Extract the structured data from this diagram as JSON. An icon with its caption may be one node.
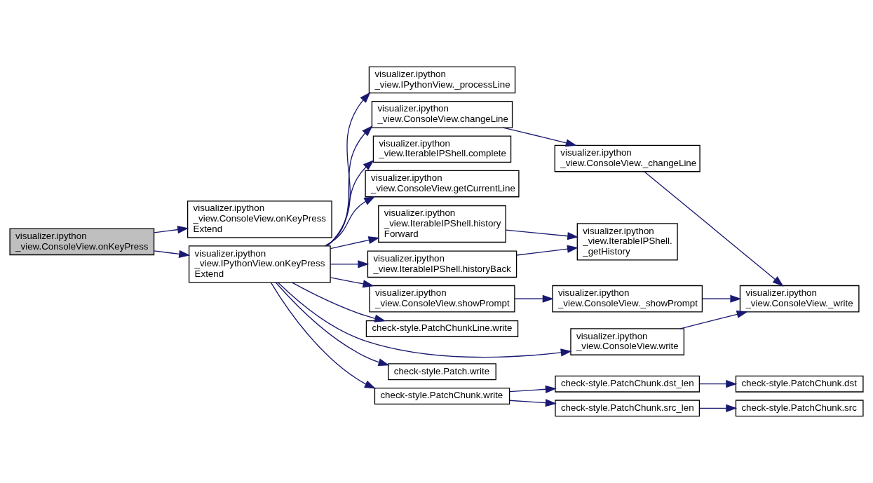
{
  "diagram": {
    "nodes": [
      {
        "text": [
          "visualizer.ipython _view.ConsoleView.onKeyPress"
        ]
      },
      {
        "text": [
          "visualizer.ipython _view.ConsoleView.onKeyPress Extend"
        ]
      },
      {
        "text": [
          "visualizer.ipython _view.IPythonView.onKeyPress Extend"
        ]
      },
      {
        "text": [
          "visualizer.ipython _view.IPythonView._processLine"
        ]
      },
      {
        "text": [
          "visualizer.ipython _view.ConsoleView.changeLine"
        ]
      },
      {
        "text": [
          "visualizer.ipython _view.IterableIPShell.complete"
        ]
      },
      {
        "text": [
          "visualizer.ipython _view.ConsoleView.getCurrentLine"
        ]
      },
      {
        "text": [
          "visualizer.ipython _view.IterableIPShell.history Forward"
        ]
      },
      {
        "text": [
          "visualizer.ipython _view.IterableIPShell.historyBack"
        ]
      },
      {
        "text": [
          "visualizer.ipython _view.ConsoleView.showPrompt"
        ]
      },
      {
        "text": [
          "check-style.PatchChunkLine.write"
        ]
      },
      {
        "text": [
          "visualizer.ipython _view.ConsoleView.write"
        ]
      },
      {
        "text": [
          "check-style.Patch.write"
        ]
      },
      {
        "text": [
          "check-style.PatchChunk.write"
        ]
      },
      {
        "text": [
          "visualizer.ipython _view.ConsoleView._changeLine"
        ]
      },
      {
        "text": [
          "visualizer.ipython _view.IterableIPShell. _getHistory"
        ]
      },
      {
        "text": [
          "visualizer.ipython _view.ConsoleView._showPrompt"
        ]
      },
      {
        "text": [
          "check-style.PatchChunk.dst_len"
        ]
      },
      {
        "text": [
          "check-style.PatchChunk.src_len"
        ]
      },
      {
        "text": [
          "visualizer.ipython _view.ConsoleView._write"
        ]
      },
      {
        "text": [
          "check-style.PatchChunk.dst"
        ]
      },
      {
        "text": [
          "check-style.PatchChunk.src"
        ]
      }
    ],
    "edges": [
      {
        "from": 0,
        "to": 1,
        "arrow": "to"
      },
      {
        "from": 0,
        "to": 2,
        "arrow": "to"
      },
      {
        "from": 2,
        "to": 3,
        "arrow": "to"
      },
      {
        "from": 2,
        "to": 4,
        "arrow": "to"
      },
      {
        "from": 2,
        "to": 5,
        "arrow": "to"
      },
      {
        "from": 2,
        "to": 6,
        "arrow": "to"
      },
      {
        "from": 2,
        "to": 7,
        "arrow": "to"
      },
      {
        "from": 2,
        "to": 8,
        "arrow": "to"
      },
      {
        "from": 2,
        "to": 9,
        "arrow": "to"
      },
      {
        "from": 2,
        "to": 10,
        "arrow": "to"
      },
      {
        "from": 2,
        "to": 11,
        "arrow": "to"
      },
      {
        "from": 2,
        "to": 12,
        "arrow": "to"
      },
      {
        "from": 2,
        "to": 13,
        "arrow": "to"
      },
      {
        "from": 4,
        "to": 14,
        "arrow": "to"
      },
      {
        "from": 14,
        "to": 19,
        "arrow": "to"
      },
      {
        "from": 7,
        "to": 15,
        "arrow": "to"
      },
      {
        "from": 8,
        "to": 15,
        "arrow": "to"
      },
      {
        "from": 9,
        "to": 16,
        "arrow": "to"
      },
      {
        "from": 16,
        "to": 19,
        "arrow": "to"
      },
      {
        "from": 11,
        "to": 19,
        "arrow": "to"
      },
      {
        "from": 13,
        "to": 17,
        "arrow": "to"
      },
      {
        "from": 13,
        "to": 18,
        "arrow": "to"
      },
      {
        "from": 17,
        "to": 20,
        "arrow": "to"
      },
      {
        "from": 18,
        "to": 21,
        "arrow": "to"
      }
    ]
  }
}
